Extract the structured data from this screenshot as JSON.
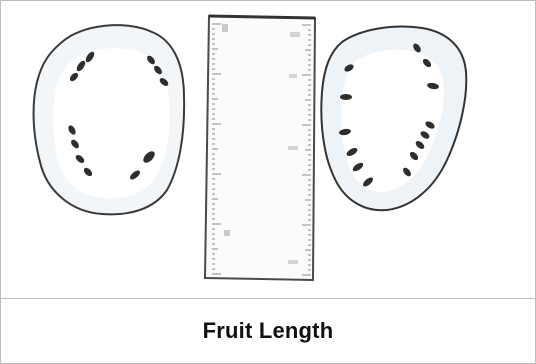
{
  "figure": {
    "caption": "Fruit Length"
  },
  "colors": {
    "border": "#bdbdbd",
    "outline": "#3a3a3a",
    "fruit_fill": "#f2f6fa",
    "seed": "#2e2e2e",
    "ruler_fill": "#fbfbfb"
  },
  "icons": {
    "left_fruit": "halved-fruit-section",
    "right_fruit": "halved-fruit-section",
    "ruler": "measuring-ruler"
  }
}
